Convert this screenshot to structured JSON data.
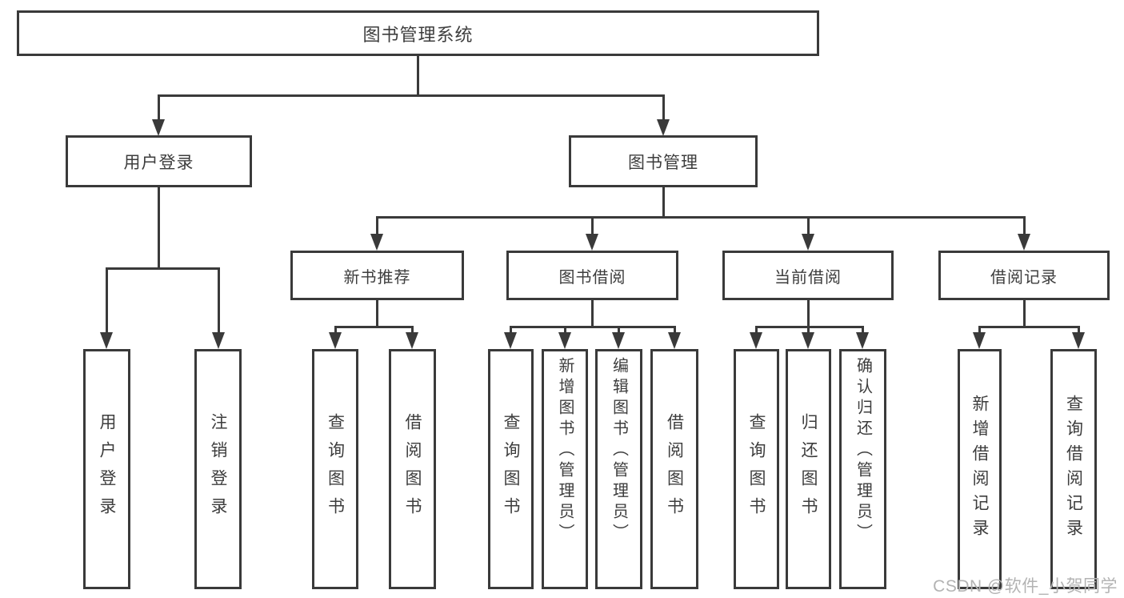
{
  "tree": {
    "label": "图书管理系统",
    "children": [
      {
        "label": "用户登录",
        "children": [
          {
            "label": "用户登录"
          },
          {
            "label": "注销登录"
          }
        ]
      },
      {
        "label": "图书管理",
        "children": [
          {
            "label": "新书推荐",
            "children": [
              {
                "label": "查询图书"
              },
              {
                "label": "借阅图书"
              }
            ]
          },
          {
            "label": "图书借阅",
            "children": [
              {
                "label": "查询图书"
              },
              {
                "label": "新增图书（管理员）"
              },
              {
                "label": "编辑图书（管理员）"
              },
              {
                "label": "借阅图书"
              }
            ]
          },
          {
            "label": "当前借阅",
            "children": [
              {
                "label": "查询图书"
              },
              {
                "label": "归还图书"
              },
              {
                "label": "确认归还（管理员）"
              }
            ]
          },
          {
            "label": "借阅记录",
            "children": [
              {
                "label": "新增借阅记录"
              },
              {
                "label": "查询借阅记录"
              }
            ]
          }
        ]
      }
    ]
  },
  "watermark": {
    "text": "CSDN @软件_小贺同学"
  },
  "colors": {
    "line": "#3a3a3a",
    "text": "#3d3d3d",
    "background": "#ffffff",
    "watermark": "#b3b3b3"
  }
}
